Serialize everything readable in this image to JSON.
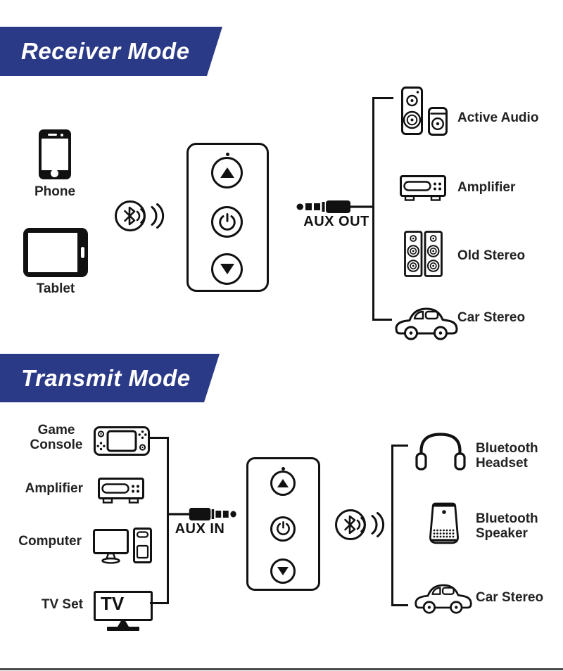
{
  "colors": {
    "banner_blue": "#2b3a87",
    "ink": "#111111",
    "label_text": "#222222",
    "bottom_bar": "#4a4a4a"
  },
  "receiver": {
    "title": "Receiver Mode",
    "sources": [
      {
        "label": "Phone"
      },
      {
        "label": "Tablet"
      }
    ],
    "aux_label": "AUX OUT",
    "outputs": [
      {
        "label": "Active Audio"
      },
      {
        "label": "Amplifier"
      },
      {
        "label": "Old Stereo"
      },
      {
        "label": "Car Stereo"
      }
    ]
  },
  "transmit": {
    "title": "Transmit Mode",
    "sources": [
      {
        "label": "Game Console"
      },
      {
        "label": "Amplifier"
      },
      {
        "label": "Computer"
      },
      {
        "label": "TV Set"
      }
    ],
    "tv_screen_text": "TV",
    "aux_label": "AUX IN",
    "outputs": [
      {
        "label": "Bluetooth Headset"
      },
      {
        "label": "Bluetooth Speaker"
      },
      {
        "label": "Car Stereo"
      }
    ]
  }
}
